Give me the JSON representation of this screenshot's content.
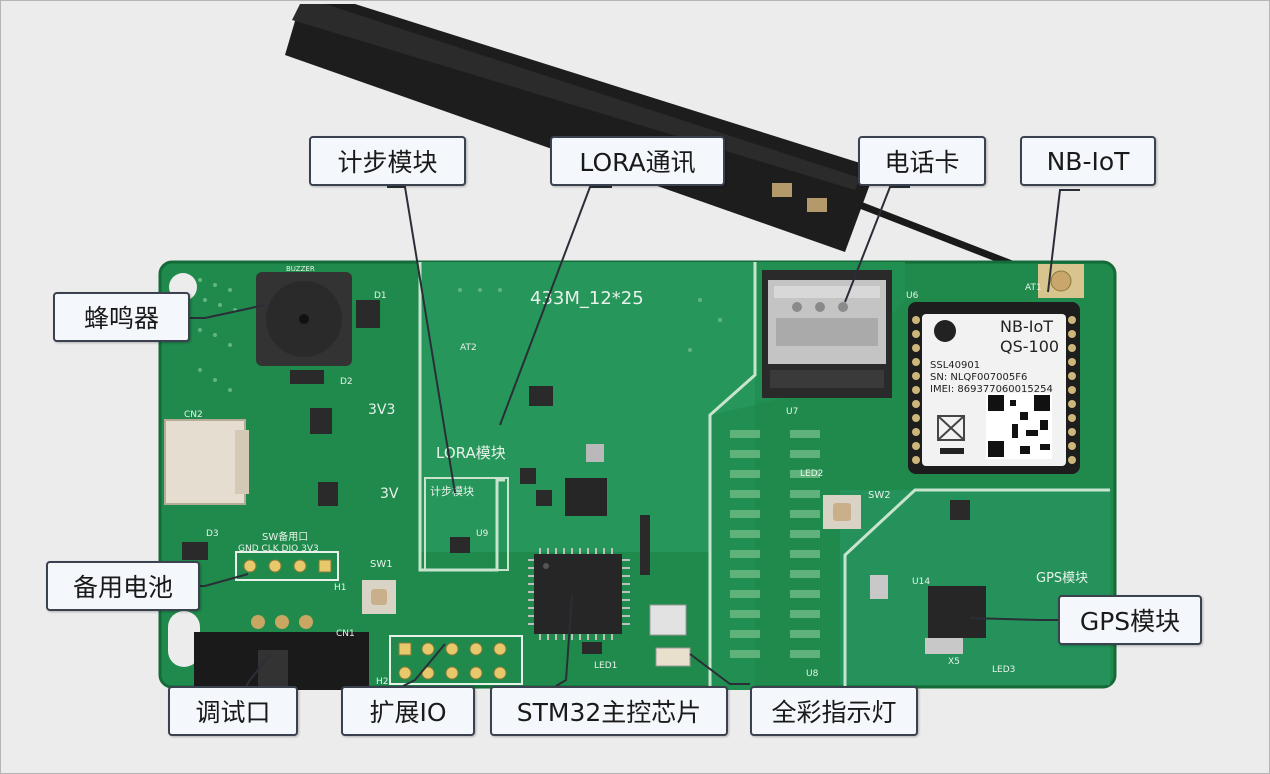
{
  "callouts": {
    "step_module": "计步模块",
    "lora_comm": "LORA通讯",
    "sim_card": "电话卡",
    "nbiot": "NB-IoT",
    "buzzer": "蜂鸣器",
    "backup_battery": "备用电池",
    "debug_port": "调试口",
    "expansion_io": "扩展IO",
    "stm32_mcu": "STM32主控芯片",
    "rgb_led": "全彩指示灯",
    "gps_module": "GPS模块"
  },
  "board_silkscreen": {
    "antenna_spec": "433M_12*25",
    "lora_label": "LORA模块",
    "step_label": "计步模块",
    "gps_label": "GPS模块",
    "swd_label": "SW备用口",
    "swd_pins": "GND CLK DIO 3V3",
    "rail_3v3": "3V3",
    "rail_3v": "3V",
    "sw1": "SW1",
    "sw2": "SW2",
    "led1": "LED1",
    "led2": "LED2",
    "led3": "LED3",
    "buzzer_ref": "BUZZER",
    "cn2": "CN2",
    "cn1": "CN1",
    "h1": "H1",
    "h2": "H2",
    "d1": "D1",
    "d2": "D2",
    "d3": "D3",
    "at1": "AT1",
    "at2": "AT2",
    "u6": "U6",
    "u7": "U7",
    "u8": "U8",
    "u9": "U9",
    "u14": "U14",
    "x5": "X5"
  },
  "nbiot_module": {
    "brand": "NB-IoT",
    "model": "QS-100",
    "line1": "SSL40901",
    "sn": "SN:   NLQF007005F6",
    "imei": "IMEI: 869377060015254"
  },
  "colors": {
    "pcb": "#1f8a4c",
    "pcb_dark": "#15703a",
    "trace_light": "#34a35d",
    "silkscreen": "#e8f2ea",
    "callout_bg": "#f4f7fb",
    "callout_border": "#3a4250",
    "leader": "#2a2e36",
    "background": "#ececec"
  }
}
